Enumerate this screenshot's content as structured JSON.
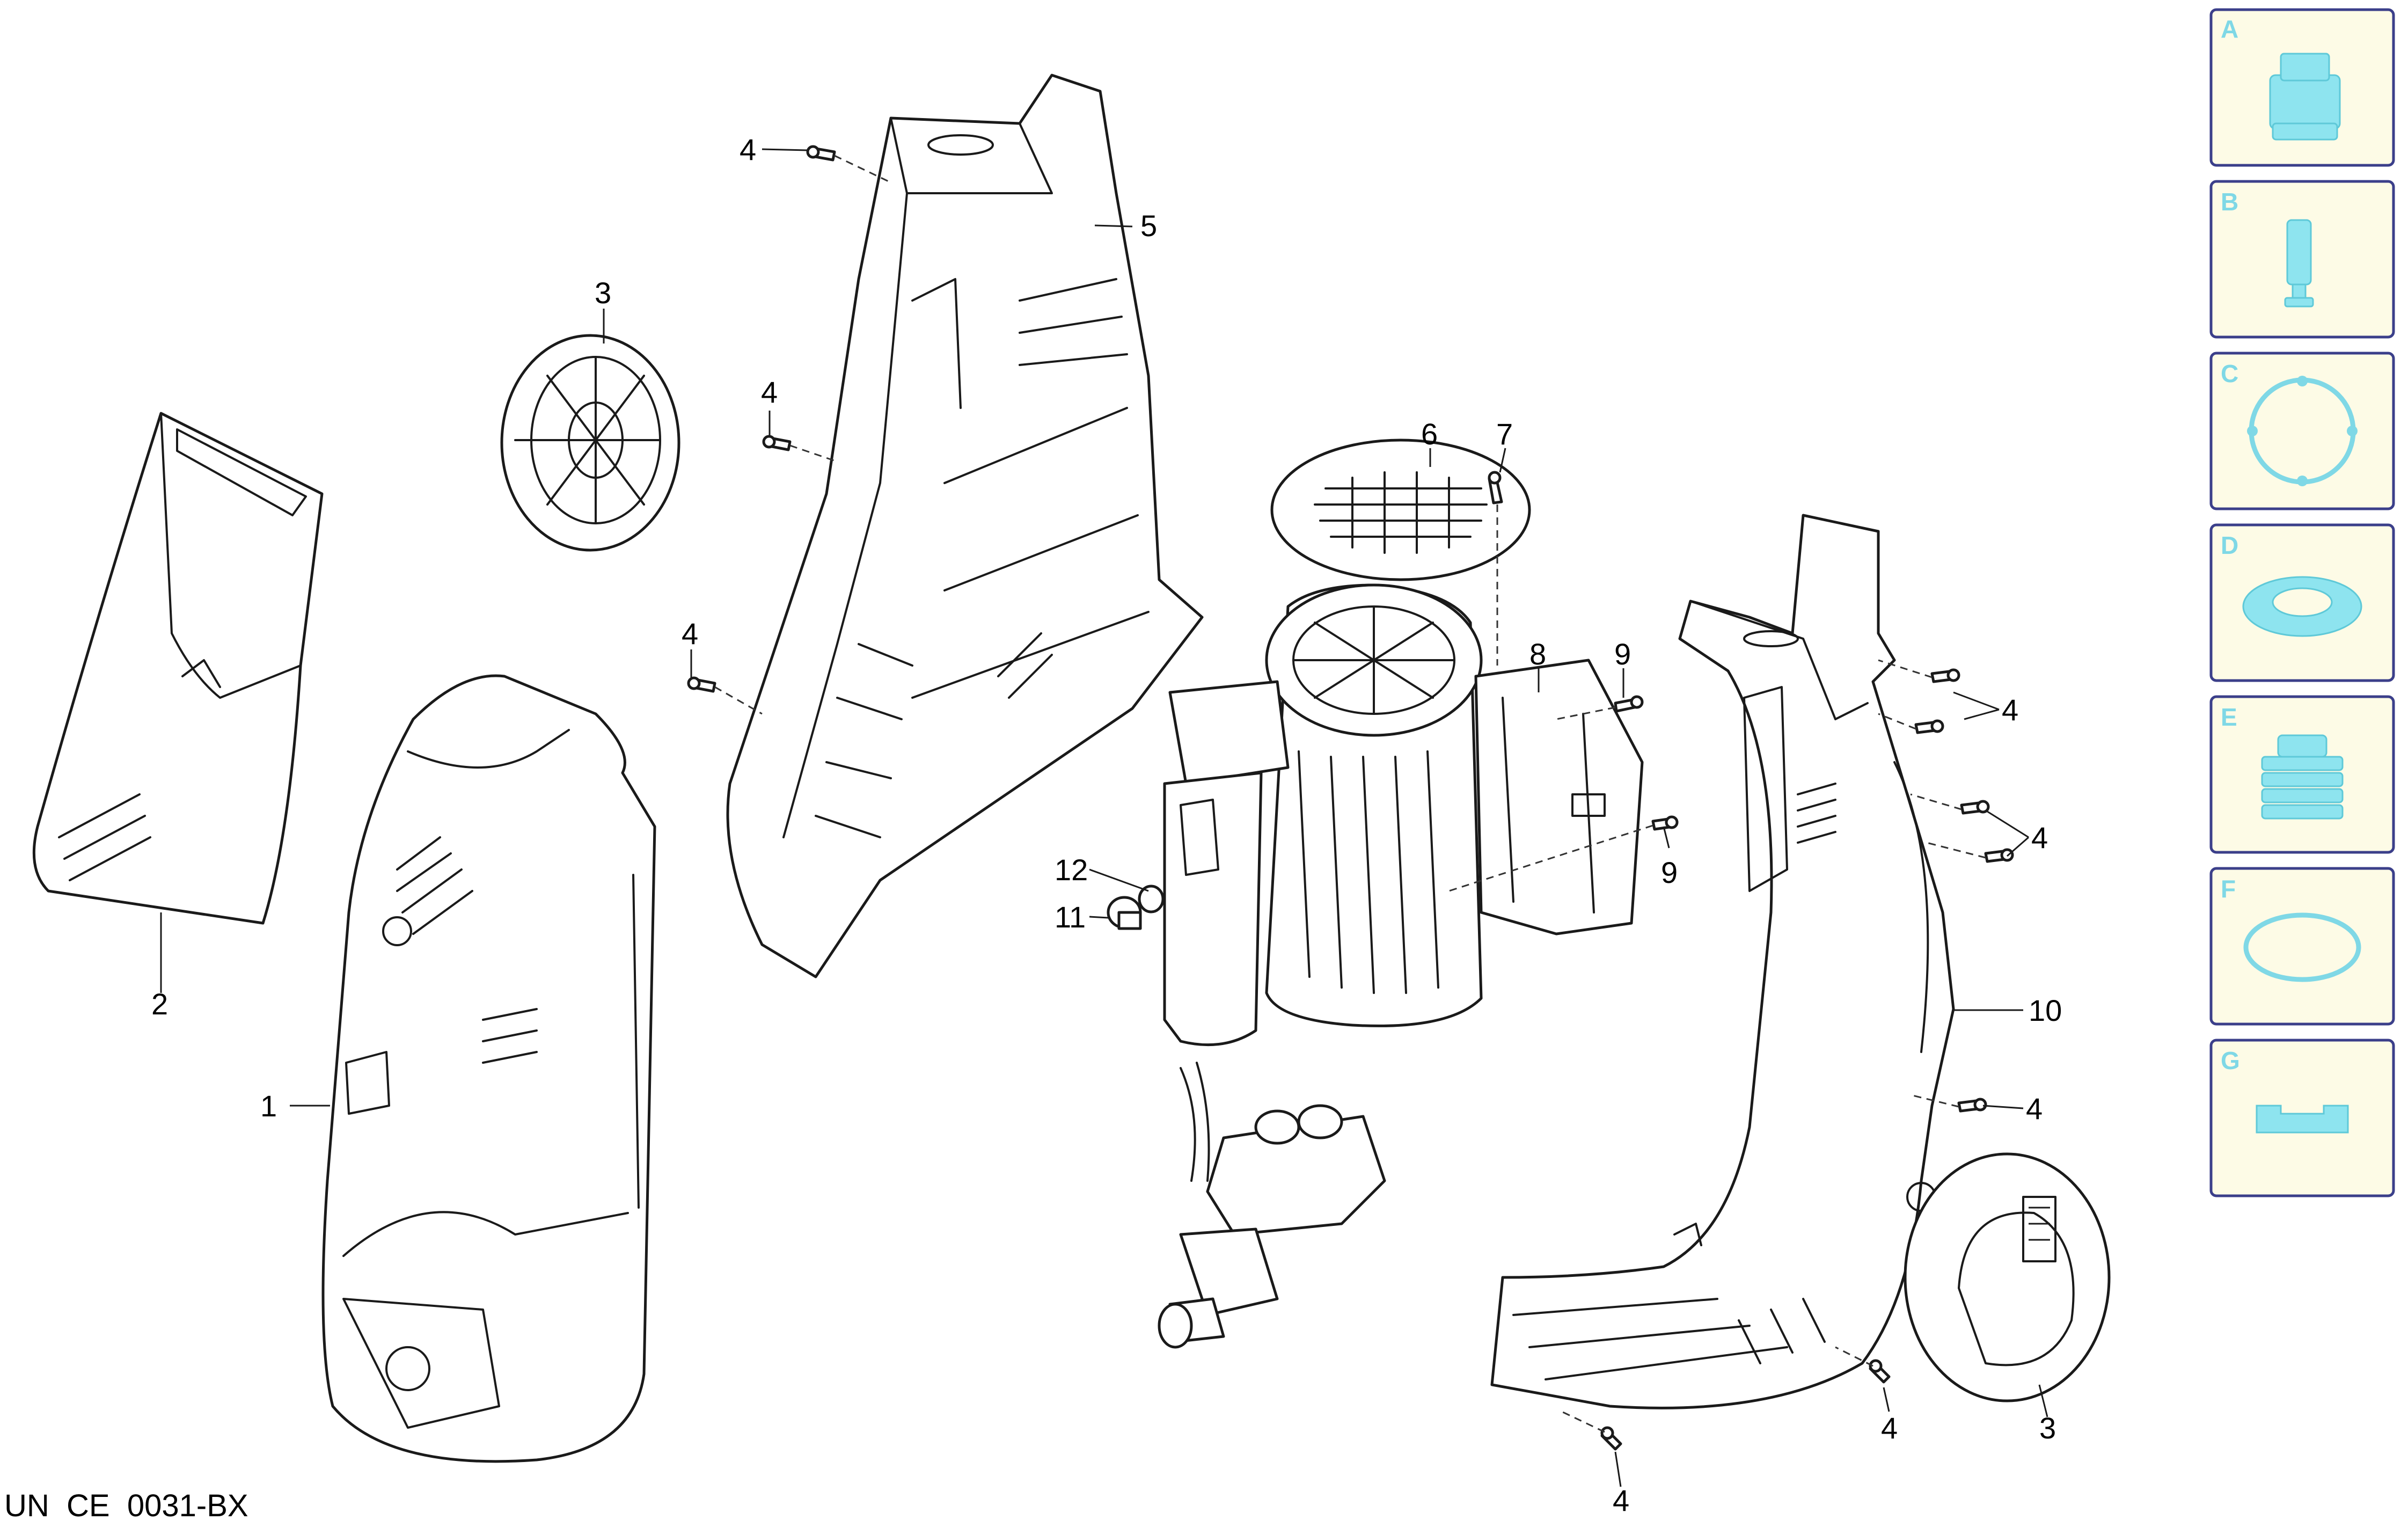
{
  "callouts": [
    "1",
    "2",
    "3",
    "4",
    "4",
    "4",
    "5",
    "6",
    "7",
    "8",
    "9",
    "9",
    "4",
    "4",
    "10",
    "4",
    "3",
    "4",
    "4",
    "12",
    "11"
  ],
  "filename": "UN_CE_0031-BX",
  "kits": [
    {
      "letter": "A",
      "icon": "seal-kit-icon"
    },
    {
      "letter": "B",
      "icon": "valve-pin-icon"
    },
    {
      "letter": "C",
      "icon": "o-ring-plate-icon"
    },
    {
      "letter": "D",
      "icon": "seal-ring-icon"
    },
    {
      "letter": "E",
      "icon": "piston-seal-icon"
    },
    {
      "letter": "F",
      "icon": "o-ring-icon"
    },
    {
      "letter": "G",
      "icon": "bracket-icon"
    }
  ],
  "colors": {
    "kit_fill": "#fdfbe6",
    "kit_border": "#3b3f8a",
    "kit_icon": "#8ee4ef"
  }
}
